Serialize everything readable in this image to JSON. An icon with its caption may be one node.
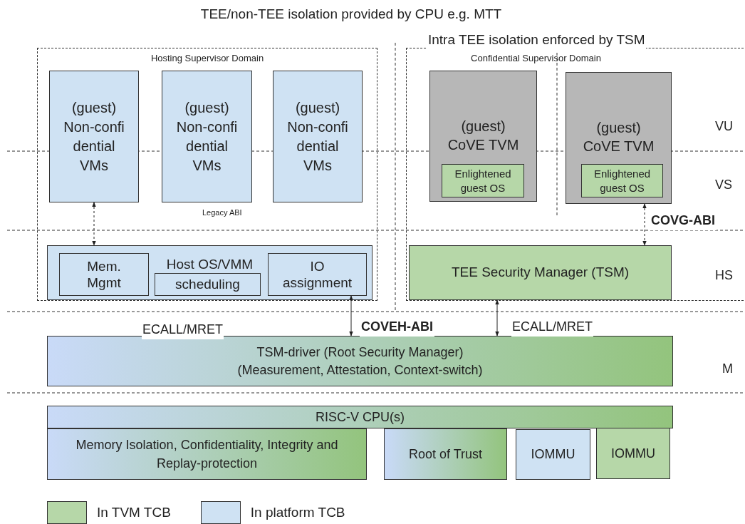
{
  "diagram": {
    "title": "TEE/non-TEE isolation provided by CPU e.g. MTT",
    "nodes": [
      {
        "text": [
          "Hosting Supervisor Domain"
        ]
      },
      {
        "text": [
          "(guest) Non-confi dential VMs"
        ],
        "in": 0
      },
      {
        "text": [
          "(guest) Non-confi dential VMs"
        ],
        "in": 0
      },
      {
        "text": [
          "(guest) Non-confi dential VMs"
        ],
        "in": 0
      },
      {
        "text": [
          "Host OS/VMM"
        ],
        "in": 0
      },
      {
        "text": [
          "Mem. Mgmt"
        ],
        "in": 4
      },
      {
        "text": [
          "scheduling"
        ],
        "in": 4
      },
      {
        "text": [
          "IO assignment"
        ],
        "in": 4
      },
      {
        "text": [
          "Confidential Supervisor Domain"
        ]
      },
      {
        "text": [
          "(guest) CoVE TVM"
        ],
        "in": 8
      },
      {
        "text": [
          "Enlightened guest OS"
        ],
        "in": 9
      },
      {
        "text": [
          "(guest) CoVE TVM"
        ],
        "in": 8
      },
      {
        "text": [
          "Enlightened guest OS"
        ],
        "in": 11
      },
      {
        "text": [
          "TEE Security Manager (TSM)"
        ],
        "in": 8
      },
      {
        "text": [
          "TSM-driver (Root Security Manager)",
          "(Measurement, Attestation, Context-switch)"
        ]
      },
      {
        "text": [
          "RISC-V CPU(s)"
        ]
      },
      {
        "text": [
          "Memory Isolation, Confidentiality, Integrity and Replay-protection"
        ]
      },
      {
        "text": [
          "Root of Trust"
        ]
      },
      {
        "text": [
          "IOMMU"
        ]
      },
      {
        "text": [
          "IOMMU"
        ]
      }
    ],
    "edges": [
      {
        "from": 1,
        "to": 4,
        "arrow": "both",
        "style": "dashed"
      },
      {
        "from": 7,
        "to": 14,
        "arrow": "both",
        "label": "COVEH-ABI"
      },
      {
        "from": 13,
        "to": 14,
        "arrow": "both"
      },
      {
        "from": 11,
        "to": 13,
        "arrow": "both",
        "style": "dashed",
        "label": "COVG-ABI"
      }
    ],
    "labels": [
      "Intra TEE isolation enforced by TSM",
      "VU",
      "Legacy ABI",
      "VS",
      "HS",
      "ECALL/MRET",
      "ECALL/MRET",
      "M"
    ],
    "legend": [
      {
        "text": "In TVM TCB",
        "color": "#b6d7a8"
      },
      {
        "text": "In platform TCB",
        "color": "#cfe2f3"
      }
    ]
  }
}
